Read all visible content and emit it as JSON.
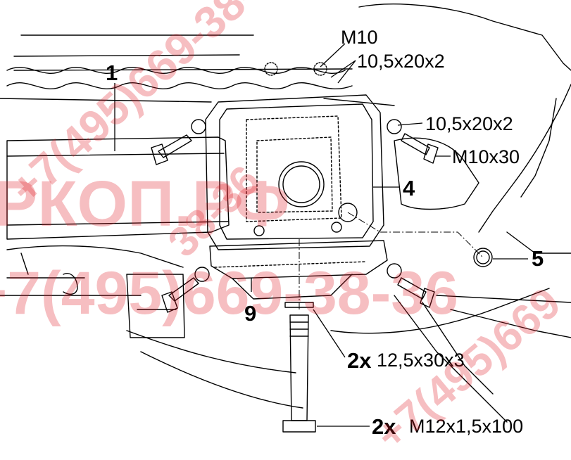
{
  "labels": {
    "part_1": "1",
    "part_4": "4",
    "part_5": "5",
    "part_9": "9",
    "m10": "M10",
    "washer_top": "10,5x20x2",
    "washer_right": "10,5x20x2",
    "bolt_m10x30": "M10x30",
    "qty_washer_bottom": "2x",
    "washer_bottom": "12,5x30x3",
    "qty_bolt_bottom": "2x",
    "bolt_bottom": "M12x1,5x100"
  },
  "watermark": {
    "brand": "РКОП.РФ",
    "phone_1": "+7(495)669-38-36",
    "phone_2": "+7(495)669-38-36",
    "phone_3": "+7(495)669",
    "phone_4": "38-36"
  },
  "colors": {
    "line": "#000000",
    "background": "#ffffff",
    "watermark": "#e01b24"
  }
}
